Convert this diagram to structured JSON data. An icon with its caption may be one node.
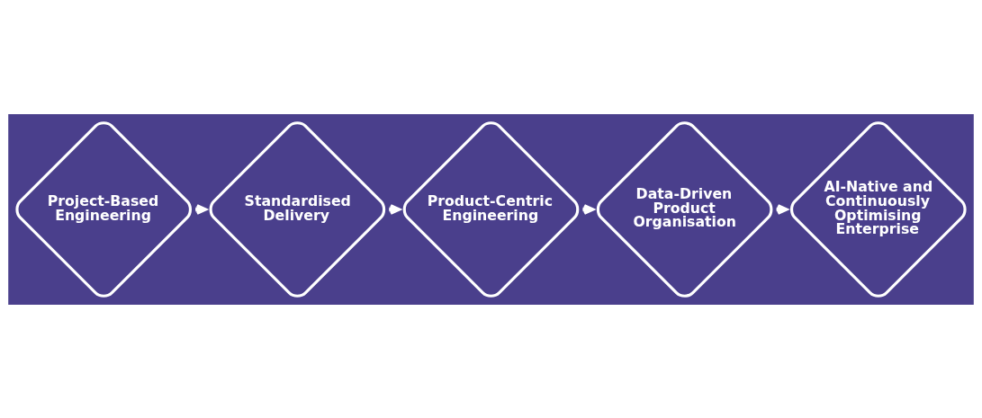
{
  "diagram": {
    "nodes": [
      {
        "text": [
          "Project-Based Engineering"
        ]
      },
      {
        "text": [
          "Standardised Delivery"
        ]
      },
      {
        "text": [
          "Product-Centric Engineering"
        ]
      },
      {
        "text": [
          "Data-Driven Product Organisation"
        ]
      },
      {
        "text": [
          "AI-Native and Continuously Optimising Enterprise"
        ]
      }
    ],
    "edges": [
      {
        "from": 0,
        "to": 1,
        "arrow": "to"
      },
      {
        "from": 1,
        "to": 2,
        "arrow": "to"
      },
      {
        "from": 2,
        "to": 3,
        "arrow": "to"
      },
      {
        "from": 3,
        "to": 4,
        "arrow": "to"
      }
    ]
  }
}
